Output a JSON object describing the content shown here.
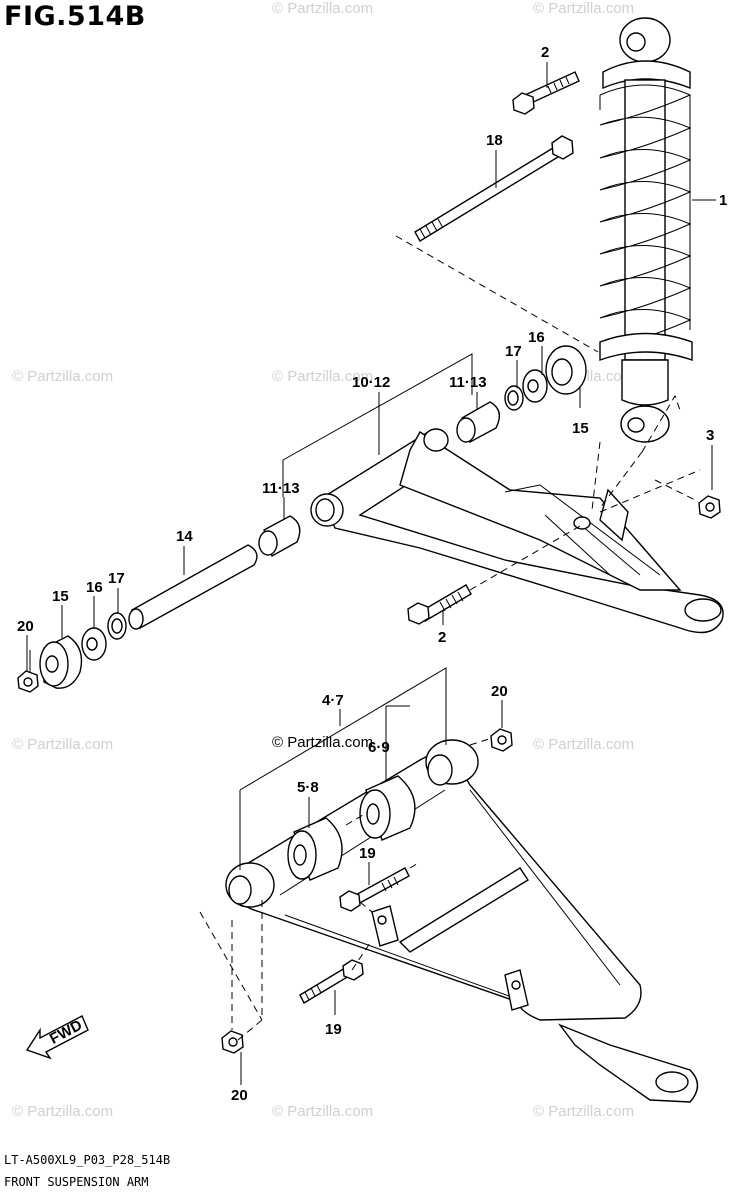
{
  "figure": {
    "title": "FIG.514B",
    "code": "LT-A500XL9_P03_P28_514B",
    "name": "FRONT SUSPENSION ARM",
    "fwd_label": "FWD"
  },
  "watermarks": {
    "text": "© Partzilla.com",
    "dark_text": "© Partzilla.com"
  },
  "callouts": {
    "c1": "1",
    "c2_top": "2",
    "c2_mid": "2",
    "c3": "3",
    "c4_7": "4·7",
    "c5_8": "5·8",
    "c6_9": "6·9",
    "c10_12": "10·12",
    "c11_13_a": "11·13",
    "c11_13_b": "11·13",
    "c14": "14",
    "c15_a": "15",
    "c15_b": "15",
    "c16_a": "16",
    "c16_b": "16",
    "c17_a": "17",
    "c17_b": "17",
    "c18": "18",
    "c19_a": "19",
    "c19_b": "19",
    "c20_a": "20",
    "c20_b": "20",
    "c20_c": "20"
  },
  "colors": {
    "line": "#000000",
    "watermark": "#d0d0d0",
    "background": "#ffffff"
  }
}
